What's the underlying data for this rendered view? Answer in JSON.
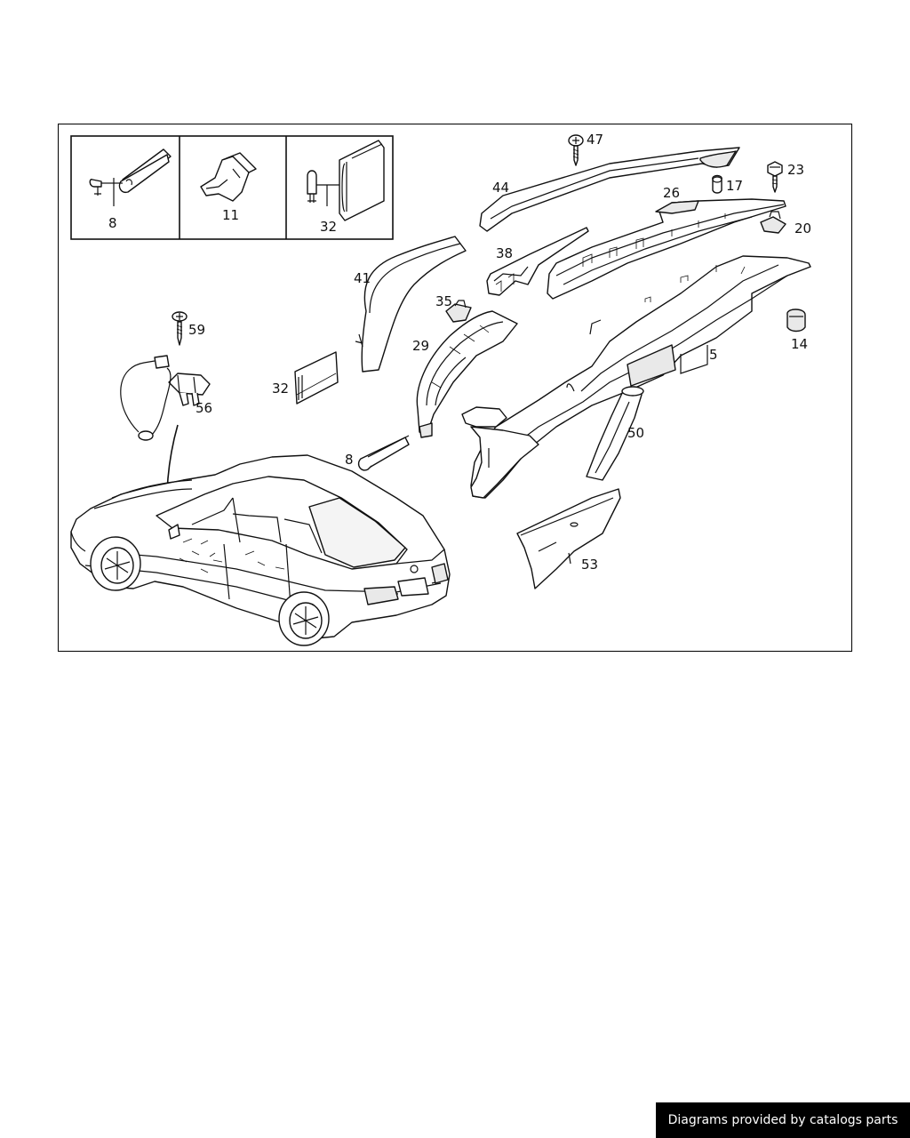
{
  "diagram": {
    "inset_labels": [
      "8",
      "11",
      "32"
    ],
    "callouts": {
      "p47": "47",
      "p44": "44",
      "p17": "17",
      "p23": "23",
      "p26": "26",
      "p20": "20",
      "p38": "38",
      "p41": "41",
      "p35": "35",
      "p29": "29",
      "p14": "14",
      "p5": "5",
      "p59": "59",
      "p56": "56",
      "p32": "32",
      "p50": "50",
      "p8": "8",
      "p53": "53"
    }
  },
  "footer": {
    "text": "Diagrams provided by catalogs parts"
  },
  "colors": {
    "line": "#111111",
    "background": "#ffffff",
    "footer_bg": "#000000",
    "footer_text": "#ffffff"
  }
}
